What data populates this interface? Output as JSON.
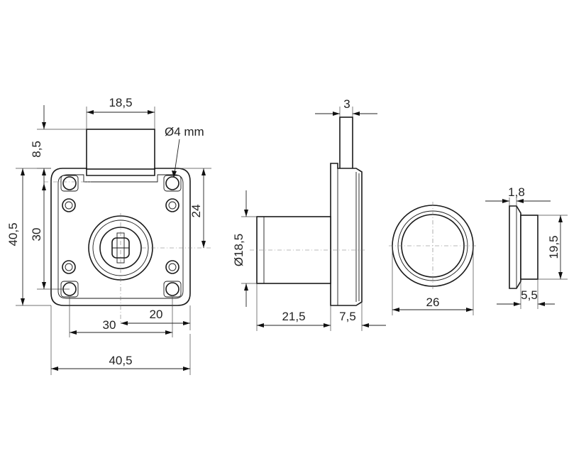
{
  "front_view": {
    "dim_bolt_width": "18,5",
    "dim_bolt_height": "8,5",
    "dim_hole_diameter": "Ø4 mm",
    "dim_height_overall": "40,5",
    "dim_height_holes": "30",
    "dim_height_right": "24",
    "dim_width_holes": "30",
    "dim_center_offset": "20",
    "dim_width_overall": "40,5"
  },
  "side_view": {
    "dim_bolt_thickness": "3",
    "dim_cylinder_diameter": "Ø18,5",
    "dim_cylinder_length": "21,5",
    "dim_body_depth": "7,5"
  },
  "rosette": {
    "dim_outer_diameter": "26",
    "dim_flange_thickness": "1,8",
    "dim_inner_diameter": "19,5",
    "dim_depth": "5,5"
  }
}
